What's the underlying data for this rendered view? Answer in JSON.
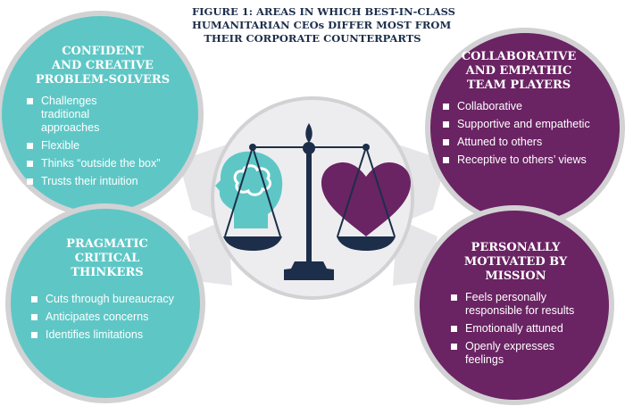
{
  "title": {
    "lines": [
      "FIGURE 1: AREAS IN WHICH BEST-IN-CLASS",
      "HUMANITARIAN CEOs DIFFER MOST FROM",
      "THEIR CORPORATE COUNTERPARTS"
    ]
  },
  "colors": {
    "teal": "#5ec7c6",
    "purple": "#6a2363",
    "navy": "#1c2e4a",
    "gray": "#e6e6e8",
    "ring": "#d2d2d4"
  },
  "panels": {
    "top_left": {
      "heading": [
        "CONFIDENT",
        "AND CREATIVE",
        "PROBLEM-SOLVERS"
      ],
      "items": [
        "Challenges traditional approaches",
        "Flexible",
        "Thinks “outside the box”",
        "Trusts their intuition"
      ]
    },
    "top_right": {
      "heading": [
        "COLLABORATIVE",
        "AND EMPATHIC",
        "TEAM PLAYERS"
      ],
      "items": [
        "Collaborative",
        "Supportive and empathetic",
        "Attuned to others",
        "Receptive to others’ views"
      ]
    },
    "bottom_left": {
      "heading": [
        "PRAGMATIC",
        "CRITICAL",
        "THINKERS"
      ],
      "items": [
        "Cuts through bureaucracy",
        "Anticipates concerns",
        "Identifies limitations"
      ]
    },
    "bottom_right": {
      "heading": [
        "PERSONALLY",
        "MOTIVATED BY",
        "MISSION"
      ],
      "items": [
        "Feels personally responsible for results",
        "Emotionally attuned",
        "Openly expresses feelings"
      ]
    }
  }
}
